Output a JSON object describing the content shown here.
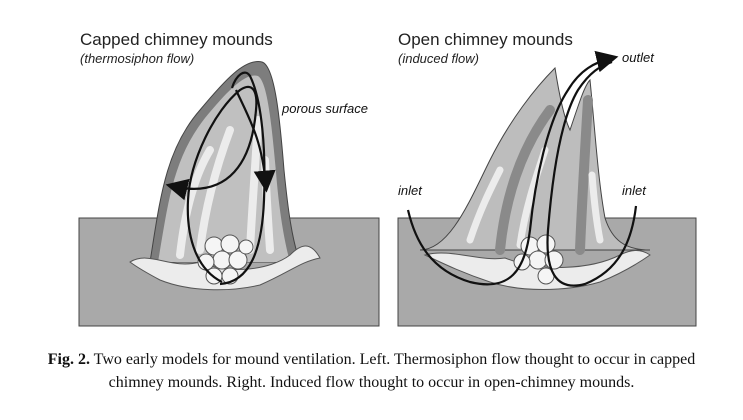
{
  "left_panel": {
    "title": "Capped chimney mounds",
    "subtitle": "(thermosiphon flow)",
    "label_porous": "porous surface"
  },
  "right_panel": {
    "title": "Open chimney mounds",
    "subtitle": "(induced flow)",
    "label_outlet": "outlet",
    "label_inlet_left": "inlet",
    "label_inlet_right": "inlet"
  },
  "caption": {
    "label": "Fig. 2.",
    "text": " Two early models for mound ventilation. Left. Thermosiphon flow thought to occur in capped chimney mounds. Right. Induced flow thought to occur in open-chimney mounds."
  },
  "colors": {
    "soil": "#a9a9a9",
    "mound_dark": "#7a7a7a",
    "mound_mid": "#b5b5b5",
    "mound_light": "#e6e6e6",
    "arrow": "#111111"
  }
}
